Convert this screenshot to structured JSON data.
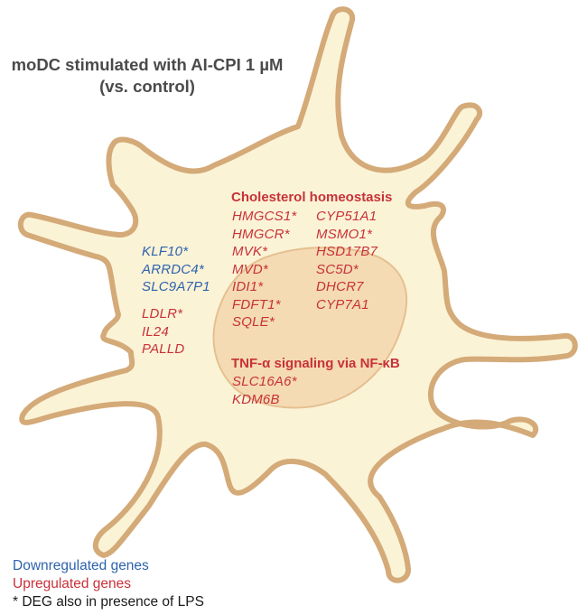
{
  "title": {
    "line1": "moDC stimulated with AI-CPI 1 µM",
    "line2": "(vs. control)"
  },
  "colors": {
    "upregulated": "#c8323a",
    "downregulated": "#2e63ad",
    "cell_fill": "#fbf3d6",
    "cell_outline": "#d4aa78",
    "nucleus_fill": "#f2d3a8"
  },
  "left_genes": {
    "downregulated": [
      "KLF10*",
      "ARRDC4*",
      "SLC9A7P1"
    ],
    "upregulated": [
      "LDLR*",
      "IL24",
      "PALLD"
    ]
  },
  "cholesterol": {
    "heading": "Cholesterol homeostasis",
    "col1": [
      "HMGCS1*",
      "HMGCR*",
      "MVK*",
      "MVD*",
      "IDI1*",
      "FDFT1*",
      "SQLE*"
    ],
    "col2": [
      "CYP51A1",
      "MSMO1*",
      "HSD17B7",
      "SC5D*",
      "DHCR7",
      "CYP7A1"
    ]
  },
  "tnf": {
    "heading": "TNF-α signaling via NF-κB",
    "genes": [
      "SLC16A6*",
      "KDM6B"
    ]
  },
  "legend": {
    "down": "Downregulated genes",
    "up": "Upregulated genes",
    "deg": "* DEG also in presence of LPS"
  }
}
